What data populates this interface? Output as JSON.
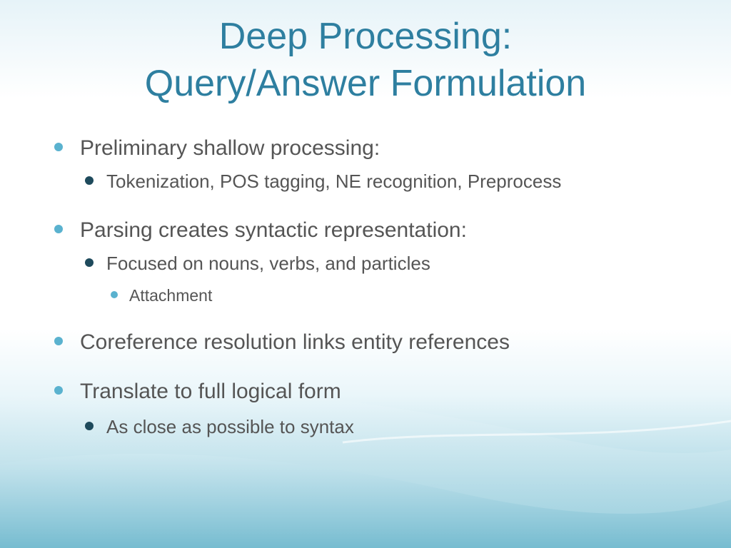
{
  "slide": {
    "title_line1": "Deep Processing:",
    "title_line2": "Query/Answer Formulation",
    "bullets": [
      {
        "level": 1,
        "text": "Preliminary shallow processing:"
      },
      {
        "level": 2,
        "text": "Tokenization, POS tagging, NE recognition, Preprocess"
      },
      {
        "level": 1,
        "text": "Parsing creates syntactic representation:"
      },
      {
        "level": 2,
        "text": "Focused on nouns, verbs, and particles"
      },
      {
        "level": 3,
        "text": "Attachment"
      },
      {
        "level": 1,
        "text": "Coreference resolution links entity references"
      },
      {
        "level": 1,
        "text": "Translate to full logical form"
      },
      {
        "level": 2,
        "text": "As close as possible to syntax"
      }
    ],
    "colors": {
      "title": "#2e7fa0",
      "text": "#555555",
      "bullet_light": "#5ab2cf",
      "bullet_dark": "#1e4a5c"
    }
  }
}
